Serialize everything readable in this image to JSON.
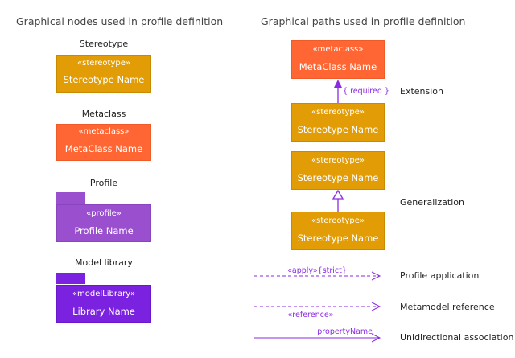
{
  "headings": {
    "left": "Graphical nodes used in profile definition",
    "right": "Graphical paths used in profile definition"
  },
  "nodes": {
    "stereotype": {
      "caption": "Stereotype",
      "stereo": "«stereotype»",
      "name": "Stereotype Name"
    },
    "metaclass": {
      "caption": "Metaclass",
      "stereo": "«metaclass»",
      "name": "MetaClass Name"
    },
    "profile": {
      "caption": "Profile",
      "stereo": "«profile»",
      "name": "Profile Name"
    },
    "library": {
      "caption": "Model library",
      "stereo": "«modelLibrary»",
      "name": "Library Name"
    }
  },
  "paths": {
    "extension": {
      "meta_stereo": "«metaclass»",
      "meta_name": "MetaClass Name",
      "st_stereo": "«stereotype»",
      "st_name": "Stereotype Name",
      "constraint": "{ required }",
      "label": "Extension"
    },
    "generalization": {
      "top_stereo": "«stereotype»",
      "top_name": "Stereotype Name",
      "bottom_stereo": "«stereotype»",
      "bottom_name": "Stereotype Name",
      "label": "Generalization"
    },
    "application": {
      "text": "«apply»{strict}",
      "label": "Profile application"
    },
    "reference": {
      "text": "«reference»",
      "label": "Metamodel reference"
    },
    "association": {
      "text": "propertyName",
      "label": "Unidirectional association"
    }
  },
  "colors": {
    "stereotype": "#e29d06",
    "metaclass": "#ff6633",
    "profile": "#9a4fcf",
    "library": "#7b22e0",
    "connector": "#8a2be2"
  }
}
